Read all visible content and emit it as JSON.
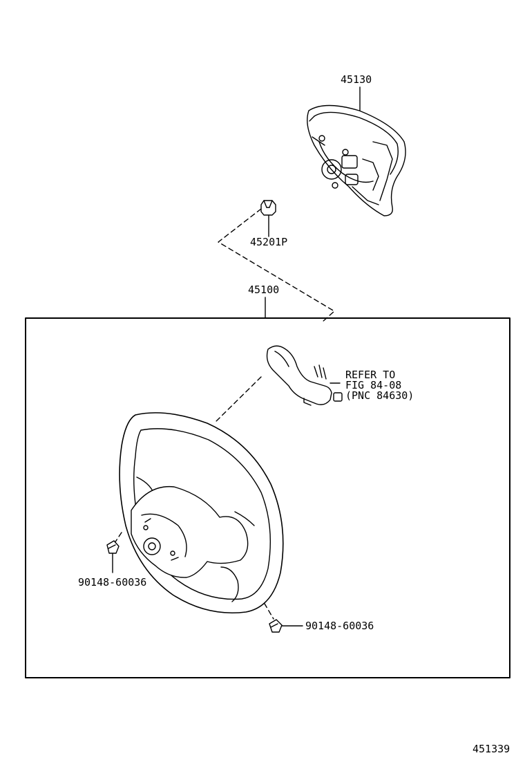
{
  "parts": {
    "pad": "45130",
    "nut": "45201P",
    "wheel_assy": "45100",
    "screw_left": "90148-60036",
    "screw_right": "90148-60036"
  },
  "refer": {
    "line1": "REFER TO",
    "line2": "FIG 84-08",
    "line3": "(PNC 84630)"
  },
  "figure_id": "451339"
}
